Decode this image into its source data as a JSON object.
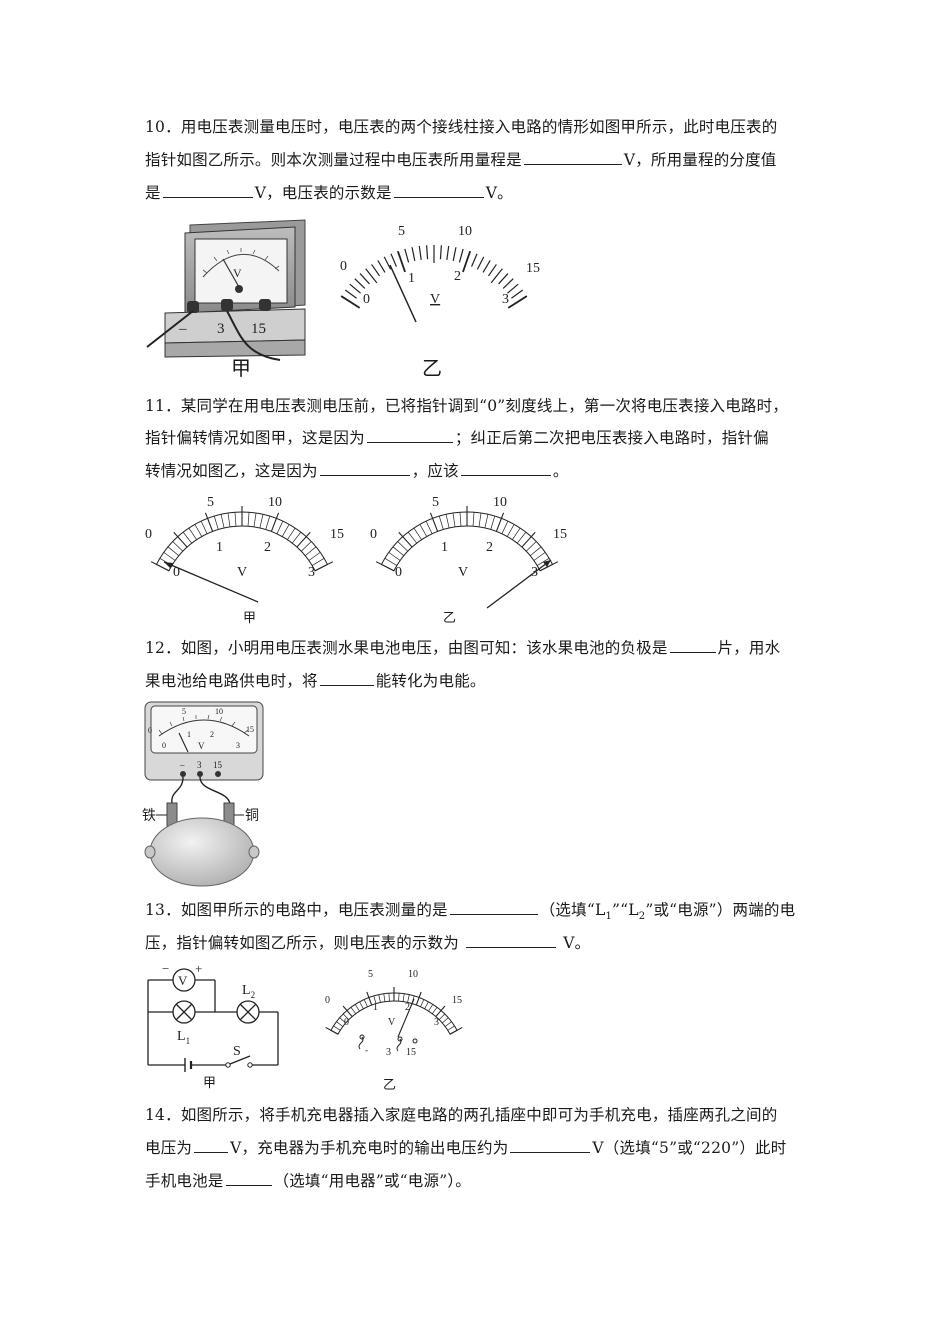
{
  "q10": {
    "line1": "10．用电压表测量电压时，电压表的两个接线柱接入电路的情形如图甲所示，此时电压表的",
    "line2a": "指针如图乙所示。则本次测量过程中电压表所用量程是",
    "line2b": "V，所用量程的分度值",
    "line3a": "是",
    "line3b": "V，电压表的示数是",
    "line3c": "V。",
    "fig_jia": "甲",
    "fig_yi": "乙",
    "terminals": [
      "–",
      "3",
      "15"
    ],
    "meter_letter": "V",
    "scale_top": [
      "0",
      "5",
      "10",
      "15"
    ],
    "scale_bottom": [
      "0",
      "1",
      "2",
      "3"
    ]
  },
  "q11": {
    "line1": "11．某同学在用电压表测电压前，已将指针调到“0”刻度线上，第一次将电压表接入电路时，",
    "line2a": "指针偏转情况如图甲，这是因为",
    "line2b": "；纠正后第二次把电压表接入电路时，指针偏",
    "line3a": "转情况如图乙，这是因为",
    "line3b": "，应该",
    "line3c": "。",
    "fig_jia": "甲",
    "fig_yi": "乙",
    "meter_letter": "V",
    "scale_top": [
      "0",
      "5",
      "10",
      "15"
    ],
    "scale_bottom": [
      "0",
      "1",
      "2",
      "3"
    ]
  },
  "q12": {
    "line1a": "12．如图，小明用电压表测水果电池电压，由图可知：该水果电池的负极是",
    "line1b": "片，用水",
    "line2a": "果电池给电路供电时，将",
    "line2b": "能转化为电能。",
    "label_iron": "铁",
    "label_copper": "铜",
    "terminals": [
      "–",
      "3",
      "15"
    ],
    "meter_letter": "V",
    "scale_top": [
      "0",
      "5",
      "10",
      "15"
    ],
    "scale_bottom": [
      "0",
      "1",
      "2",
      "3"
    ]
  },
  "q13": {
    "line1a": "13．如图甲所示的电路中，电压表测量的是",
    "line1b": "（选填“L",
    "sub1": "1",
    "line1c": "”“L",
    "sub2": "2",
    "line1d": "”或“电源”）两端的电",
    "line2a": "压，指针偏转如图乙所示，则电压表的示数为 ",
    "line2b": " V。",
    "fig_jia": "甲",
    "fig_yi": "乙",
    "label_L1": "L",
    "label_L1_sub": "1",
    "label_L2": "L",
    "label_L2_sub": "2",
    "label_S": "S",
    "label_V": "V",
    "minus": "−",
    "plus": "+",
    "terminals": [
      "-",
      "3",
      "15"
    ],
    "scale_top": [
      "0",
      "5",
      "10",
      "15"
    ],
    "scale_bottom": [
      "0",
      "1",
      "2",
      "3"
    ]
  },
  "q14": {
    "line1": "14．如图所示，将手机充电器插入家庭电路的两孔插座中即可为手机充电，插座两孔之间的",
    "line2a": "电压为",
    "line2b": "V，充电器为手机充电时的输出电压约为",
    "line2c": "V（选填“5”或“220”）此时",
    "line3a": "手机电池是",
    "line3b": "（选填“用电器”或“电源”）。"
  }
}
